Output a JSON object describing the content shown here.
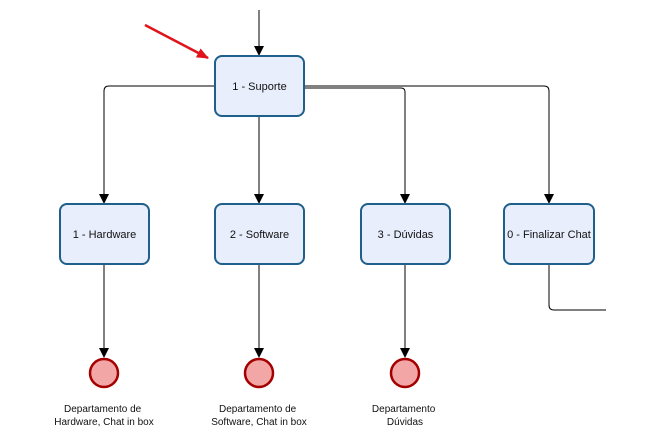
{
  "diagram": {
    "nodes": {
      "suporte": "1 - Suporte",
      "hardware": "1 - Hardware",
      "software": "2 - Software",
      "duvidas": "3 - Dúvidas",
      "finalizar": "0 - Finalizar Chat"
    },
    "end_events": {
      "hardware": [
        "Departamento de",
        "Hardware, Chat in box"
      ],
      "software": [
        "Departamento de",
        "Software, Chat in box"
      ],
      "duvidas": [
        "Departamento",
        "Dúvidas"
      ]
    }
  },
  "colors": {
    "node_fill": "#e9eefc",
    "node_border": "#1f5f8b",
    "end_fill": "#f2a6a6",
    "end_border": "#a40000",
    "pointer_arrow": "#e0141a",
    "edge": "#000000"
  }
}
